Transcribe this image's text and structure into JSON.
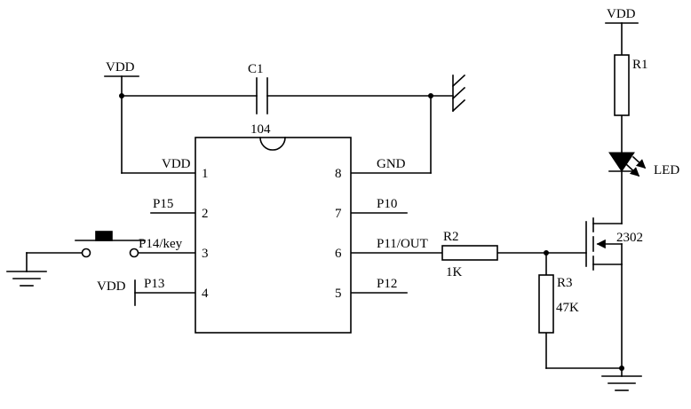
{
  "schematic": {
    "power": {
      "vdd_top_left": "VDD",
      "vdd_top_right": "VDD",
      "vdd_pin4": "VDD"
    },
    "ic": {
      "pins": {
        "left": [
          {
            "number": "1",
            "label": "VDD"
          },
          {
            "number": "2",
            "label": "P15"
          },
          {
            "number": "3",
            "label": "P14/key"
          },
          {
            "number": "4",
            "label": "P13"
          }
        ],
        "right": [
          {
            "number": "8",
            "label": "GND"
          },
          {
            "number": "7",
            "label": "P10"
          },
          {
            "number": "6",
            "label": "P11/OUT"
          },
          {
            "number": "5",
            "label": "P12"
          }
        ]
      }
    },
    "components": {
      "c1": {
        "ref": "C1",
        "value": "104"
      },
      "r1": {
        "ref": "R1"
      },
      "r2": {
        "ref": "R2",
        "value": "1K"
      },
      "r3": {
        "ref": "R3",
        "value": "47K"
      },
      "led": {
        "label": "LED"
      },
      "mosfet": {
        "part": "2302"
      }
    }
  }
}
